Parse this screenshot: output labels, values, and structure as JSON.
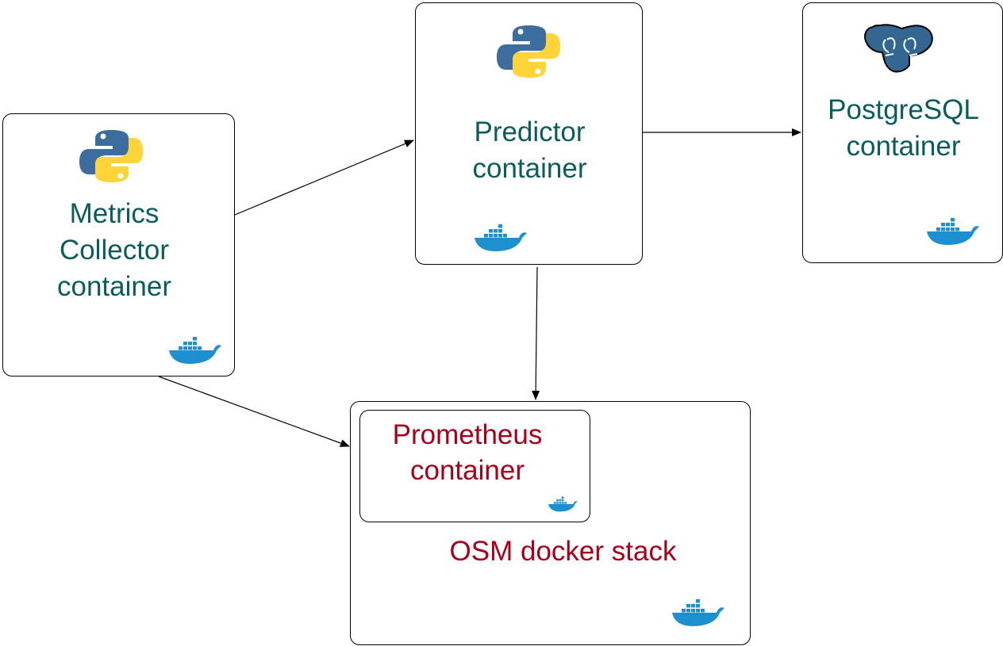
{
  "diagram": {
    "colors": {
      "container_text": "#0b5d5d",
      "osm_text": "#a8001a",
      "docker_blue": "#1d91d0",
      "python_blue": "#3c6d9e",
      "python_yellow": "#ffd43b",
      "postgres_blue": "#336791"
    },
    "nodes": {
      "metrics_collector": {
        "label_lines": [
          "Metrics",
          "Collector",
          "container"
        ],
        "icons": [
          "python-icon",
          "docker-icon"
        ]
      },
      "predictor": {
        "label_lines": [
          "Predictor",
          "container"
        ],
        "icons": [
          "python-icon",
          "docker-icon"
        ]
      },
      "postgresql": {
        "label_lines": [
          "PostgreSQL",
          "container"
        ],
        "icons": [
          "postgresql-icon",
          "docker-icon"
        ]
      },
      "osm_stack": {
        "label": "OSM docker stack",
        "icons": [
          "docker-icon"
        ]
      },
      "prometheus": {
        "label_lines": [
          "Prometheus",
          "container"
        ],
        "icons": [
          "docker-icon"
        ]
      }
    },
    "edges": [
      {
        "from": "Metrics Collector container",
        "to": "Predictor container"
      },
      {
        "from": "Predictor container",
        "to": "PostgreSQL container"
      },
      {
        "from": "Predictor container",
        "to": "OSM docker stack"
      },
      {
        "from": "Metrics Collector container",
        "to": "OSM docker stack"
      }
    ]
  }
}
